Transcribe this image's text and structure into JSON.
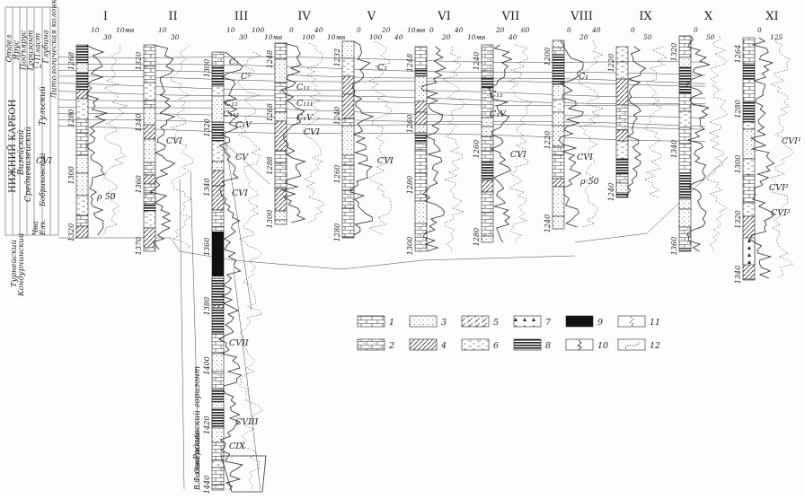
{
  "header_vertical_labels": [
    "Отдел",
    "Ярус",
    "Подъярус",
    "Горизонт",
    "Пласт",
    "Глубина",
    "Литологическая колонка"
  ],
  "division_labels": {
    "otdel": "НИЖНИЙ КАРБОН",
    "yarus": "Визейский",
    "podyarus": "Средневизейский",
    "tula": "Тульский",
    "bobrikov": "Бобриковский",
    "elkh": "Елх.",
    "chva": "Чва",
    "turne": "Турнейский",
    "kond": "Кондурчинский",
    "famen": "В.Фамен",
    "ozhersky": "Ожерский",
    "radaev": "Радаевский горизонт"
  },
  "wells": [
    {
      "id": "I",
      "scale": [
        "10",
        "30",
        "10мв"
      ],
      "depths": [
        "1268",
        "1280",
        "1300",
        "1320"
      ]
    },
    {
      "id": "II",
      "scale": [
        "10",
        "30"
      ],
      "depths": [
        "1320",
        "1340",
        "1360",
        "1370"
      ]
    },
    {
      "id": "III",
      "scale": [
        "10",
        "30",
        "100",
        "10мв"
      ],
      "depths": [
        "1300",
        "1320",
        "1340",
        "1360",
        "1380",
        "1400",
        "1420",
        "1440"
      ]
    },
    {
      "id": "IV",
      "scale": [
        "0",
        "100",
        "40",
        "10мв"
      ],
      "depths": [
        "1248",
        "1268",
        "1288",
        "1300"
      ]
    },
    {
      "id": "V",
      "scale": [
        "0",
        "100",
        "20",
        "40",
        "10мв"
      ],
      "depths": [
        "1232",
        "1240",
        "1260",
        "1280"
      ]
    },
    {
      "id": "VI",
      "scale": [
        "0",
        "20",
        "40",
        "10мв"
      ],
      "depths": [
        "1248",
        "1260",
        "1280",
        "1300"
      ]
    },
    {
      "id": "VII",
      "scale": [
        "20",
        "40",
        "60"
      ],
      "depths": [
        "1240",
        "1260",
        "1280"
      ]
    },
    {
      "id": "VIII",
      "scale": [
        "0",
        "20",
        "40"
      ],
      "depths": [
        "1200",
        "1220",
        "1240"
      ]
    },
    {
      "id": "IX",
      "scale": [
        "0",
        "50"
      ],
      "depths": [
        "1220",
        "1240"
      ]
    },
    {
      "id": "X",
      "scale": [
        "0",
        "50"
      ],
      "depths": [
        "1320",
        "1340",
        "1360"
      ]
    },
    {
      "id": "XI",
      "scale": [
        "0",
        "125"
      ],
      "depths": [
        "1264",
        "1280",
        "1300",
        "1320",
        "1340"
      ]
    }
  ],
  "beds": [
    "C₁",
    "C₂",
    "C₁₁",
    "C₁₁₁",
    "C₁V",
    "CV",
    "CVI",
    "CVII",
    "CVIII",
    "CIX"
  ],
  "bed_annotations": {
    "c1": "C₁",
    "c2": "C²",
    "c3": "C₁₁",
    "c4": "C₁₁₁",
    "c5": "C₁V",
    "cv": "CV",
    "cvi": "CVI",
    "cvii": "CVII",
    "cviii": "CVIII",
    "cix": "CIX",
    "cvi1": "CVI¹",
    "cvi2": "CVI²",
    "cvi3": "CVI³",
    "p50": "ρ 50"
  },
  "legend": [
    {
      "num": "1",
      "pattern": "brick"
    },
    {
      "num": "2",
      "pattern": "brick-dotted"
    },
    {
      "num": "3",
      "pattern": "dots"
    },
    {
      "num": "4",
      "pattern": "diagonal"
    },
    {
      "num": "5",
      "pattern": "dash-diagonal"
    },
    {
      "num": "6",
      "pattern": "dashes"
    },
    {
      "num": "7",
      "pattern": "triangles"
    },
    {
      "num": "8",
      "pattern": "stripes"
    },
    {
      "num": "9",
      "pattern": "solid"
    },
    {
      "num": "10",
      "pattern": "wavy-line"
    },
    {
      "num": "11",
      "pattern": "wavy-dotted"
    },
    {
      "num": "12",
      "pattern": "dotted-curve"
    }
  ]
}
